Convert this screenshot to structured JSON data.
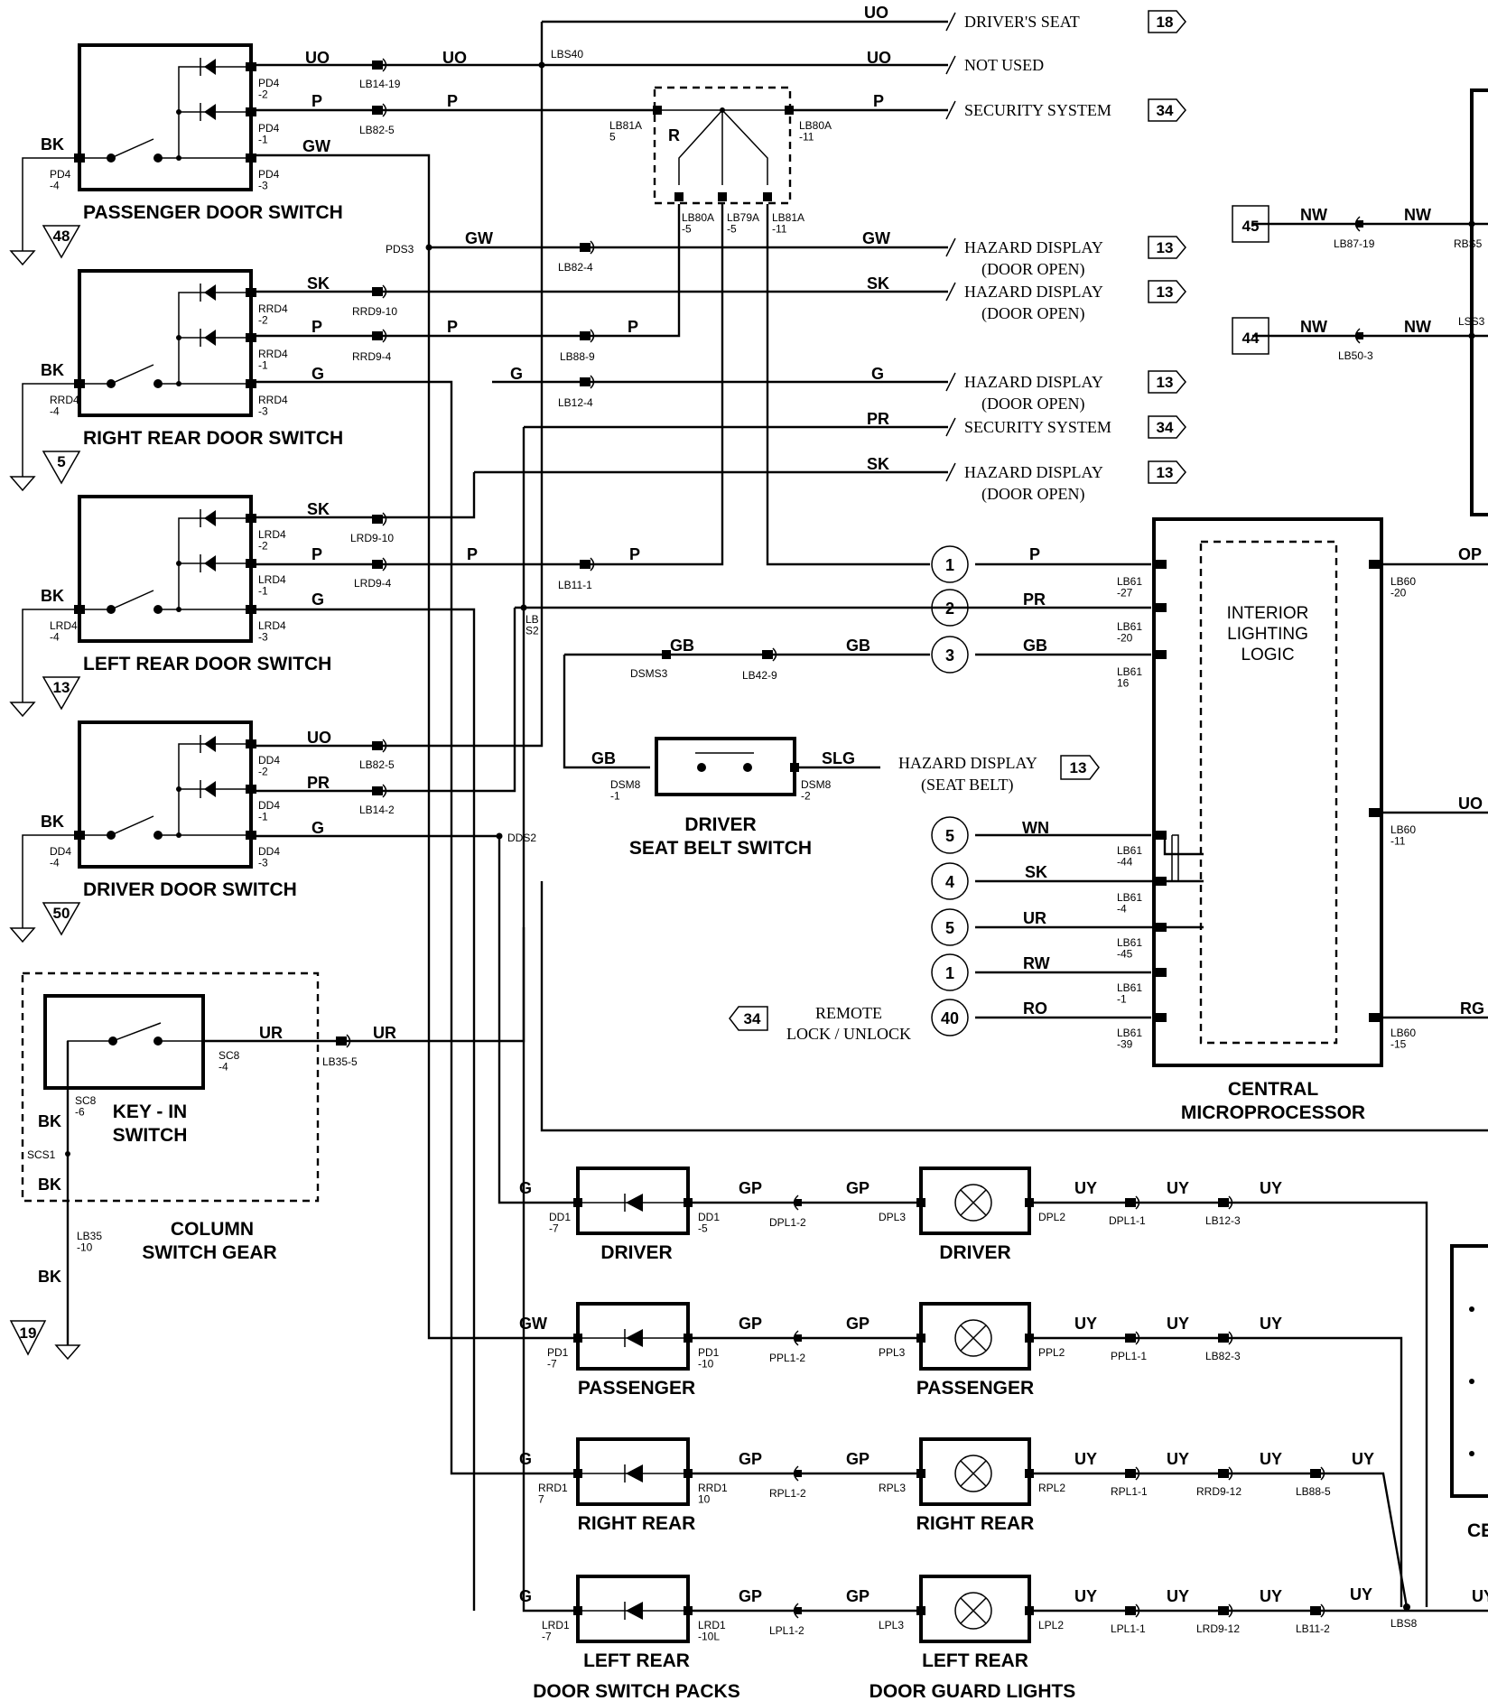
{
  "switches": [
    {
      "title": "PASSENGER DOOR SWITCH",
      "pins": [
        "PD4\n-2",
        "PD4\n-1",
        "PD4\n-3",
        "PD4\n-4"
      ],
      "ground_ref": "48"
    },
    {
      "title": "RIGHT REAR DOOR SWITCH",
      "pins": [
        "RRD4\n-2",
        "RRD4\n-1",
        "RRD4\n-3",
        "RRD4\n-4"
      ],
      "ground_ref": "5"
    },
    {
      "title": "LEFT REAR DOOR SWITCH",
      "pins": [
        "LRD4\n-2",
        "LRD4\n-1",
        "LRD4\n-3",
        "LRD4\n-4"
      ],
      "ground_ref": "13"
    },
    {
      "title": "DRIVER DOOR SWITCH",
      "pins": [
        "DD4\n-2",
        "DD4\n-1",
        "DD4\n-3",
        "DD4\n-4"
      ],
      "ground_ref": "50"
    }
  ],
  "wire_colors": {
    "uo": "UO",
    "p": "P",
    "gw": "GW",
    "bk": "BK",
    "sk": "SK",
    "g": "G",
    "pr": "PR",
    "gb": "GB",
    "slg": "SLG",
    "wn": "WN",
    "ur": "UR",
    "rw": "RW",
    "ro": "RO",
    "op": "OP",
    "rg": "RG",
    "nw": "NW",
    "gp": "GP",
    "uy": "UY"
  },
  "destinations": [
    {
      "text": "DRIVER'S SEAT",
      "ref": "18"
    },
    {
      "text": "NOT USED",
      "ref": ""
    },
    {
      "text": "SECURITY SYSTEM",
      "ref": "34"
    },
    {
      "text": "HAZARD DISPLAY",
      "sub": "(DOOR OPEN)",
      "ref": "13"
    },
    {
      "text": "HAZARD DISPLAY",
      "sub": "(DOOR OPEN)",
      "ref": "13"
    },
    {
      "text": "HAZARD DISPLAY",
      "sub": "(DOOR OPEN)",
      "ref": "13"
    },
    {
      "text": "SECURITY SYSTEM",
      "ref": "34"
    },
    {
      "text": "HAZARD DISPLAY",
      "sub": "(DOOR OPEN)",
      "ref": "13"
    }
  ],
  "seat_belt": {
    "title1": "DRIVER",
    "title2": "SEAT BELT SWITCH",
    "dest": "HAZARD DISPLAY",
    "dest_sub": "(SEAT BELT)",
    "ref": "13"
  },
  "remote": {
    "line1": "REMOTE",
    "line2": "LOCK / UNLOCK",
    "ref": "34"
  },
  "micro": {
    "logic1": "INTERIOR",
    "logic2": "LIGHTING",
    "logic3": "LOGIC",
    "title1": "CENTRAL",
    "title2": "MICROPROCESSOR"
  },
  "circles": [
    "1",
    "2",
    "3",
    "5",
    "4",
    "5",
    "1",
    "40"
  ],
  "key_in": {
    "title1": "KEY - IN",
    "title2": "SWITCH",
    "gear1": "COLUMN",
    "gear2": "SWITCH GEAR",
    "ground_ref": "19"
  },
  "refs_right": [
    "45",
    "44"
  ],
  "packs": [
    {
      "sw": "DRIVER",
      "lamp": "DRIVER",
      "in": "G"
    },
    {
      "sw": "PASSENGER",
      "lamp": "PASSENGER",
      "in": "GW"
    },
    {
      "sw": "RIGHT REAR",
      "lamp": "RIGHT REAR",
      "in": "G"
    },
    {
      "sw": "LEFT REAR",
      "lamp": "LEFT REAR",
      "in": "G"
    }
  ],
  "captions": {
    "packs": "DOOR SWITCH PACKS",
    "lights": "DOOR GUARD LIGHTS",
    "ce": "CE"
  },
  "connectors": {
    "lb14_19": "LB14-19",
    "lb82_5": "LB82-5",
    "lbs40": "LBS40",
    "lb81a_5": "LB81A\n5",
    "r": "R",
    "lb80a_11": "LB80A\n-11",
    "lb80a_5": "LB80A\n-5",
    "lb79a_5": "LB79A\n-5",
    "lb81a_11": "LB81A\n-11",
    "pds3": "PDS3",
    "lb82_4": "LB82-4",
    "rrd9_10": "RRD9-10",
    "rrd9_4": "RRD9-4",
    "lb88_9": "LB88-9",
    "lb12_4": "LB12-4",
    "lrd9_10": "LRD9-10",
    "lrd9_4": "LRD9-4",
    "lb11_1": "LB11-1",
    "lbs2": "LB\nS2",
    "dsms3": "DSMS3",
    "lb42_9": "LB42-9",
    "dsm8_1": "DSM8\n-1",
    "dsm8_2": "DSM8\n-2",
    "lb82_5b": "LB82-5",
    "lb14_2": "LB14-2",
    "dds2": "DDS2",
    "lb35_5": "LB35-5",
    "sc8_4": "SC8\n-4",
    "sc8_6": "SC8\n-6",
    "scs1": "SCS1",
    "lb35_10": "LB35\n-10",
    "lb87_19": "LB87-19",
    "rbs5": "RBS5",
    "lb50_3": "LB50-3",
    "lss3": "LSS3",
    "lb61_27": "LB61\n-27",
    "lb61_20": "LB61\n-20",
    "lb61_16": "LB61\n16",
    "lb61_44": "LB61\n-44",
    "lb61_4": "LB61\n-4",
    "lb61_45": "LB61\n-45",
    "lb61_1": "LB61\n-1",
    "lb61_39": "LB61\n-39",
    "lb60_20": "LB60\n-20",
    "lb60_11": "LB60\n-11",
    "lb60_15": "LB60\n-15",
    "dd1_7": "DD1\n-7",
    "dd1_5": "DD1\n-5",
    "dpl1_2": "DPL1-2",
    "dpl3": "DPL3",
    "dpl2": "DPL2",
    "dpl1_1": "DPL1-1",
    "lb12_3": "LB12-3",
    "pd1_7": "PD1\n-7",
    "pd1_10": "PD1\n-10",
    "ppl1_2": "PPL1-2",
    "ppl3": "PPL3",
    "ppl2": "PPL2",
    "ppl1_1": "PPL1-1",
    "lb82_3": "LB82-3",
    "rrd1_7": "RRD1\n7",
    "rrd1_10": "RRD1\n10",
    "rpl1_2": "RPL1-2",
    "rpl3": "RPL3",
    "rpl2": "RPL2",
    "rpl1_1": "RPL1-1",
    "rrd9_12": "RRD9-12",
    "lb88_5": "LB88-5",
    "lrd1_7": "LRD1\n-7",
    "lrd1_10l": "LRD1\n-10L",
    "lpl1_2": "LPL1-2",
    "lpl3": "LPL3",
    "lpl2": "LPL2",
    "lpl1_1": "LPL1-1",
    "lrd9_12": "LRD9-12",
    "lb11_2": "LB11-2",
    "lbs8": "LBS8"
  }
}
